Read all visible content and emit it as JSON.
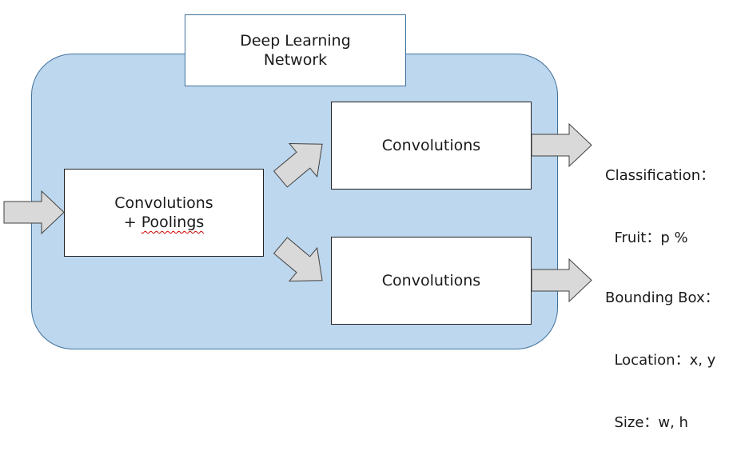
{
  "diagram": {
    "title_lines": [
      "Deep Learning",
      "Network"
    ],
    "shared_block": {
      "line1": "Convolutions",
      "line2_prefix": "+ ",
      "line2_word": "Poolings"
    },
    "classification_branch": {
      "label": "Convolutions",
      "outputs": [
        "Classification：",
        "  Fruit：p %"
      ]
    },
    "bbox_branch": {
      "label": "Convolutions",
      "outputs": [
        "Bounding Box：",
        "  Location：x, y",
        "  Size：w, h"
      ]
    }
  },
  "colors": {
    "network_fill": "#bdd7ee",
    "network_border": "#41719c",
    "arrow_fill": "#d9d9d9",
    "arrow_stroke": "#404040",
    "box_fill": "#ffffff"
  }
}
